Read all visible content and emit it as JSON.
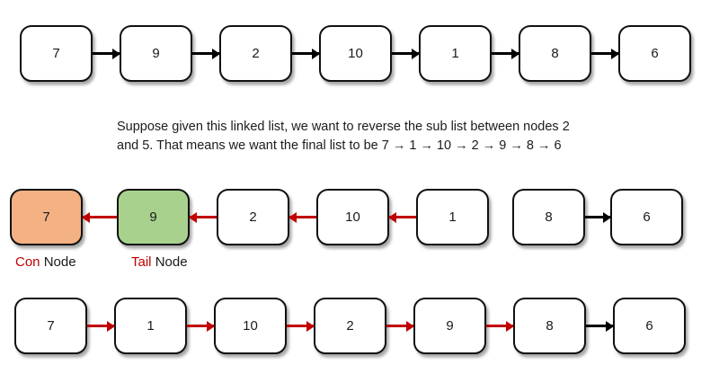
{
  "caption": {
    "line1": "Suppose given this linked list, we want to reverse the sub list between nodes 2",
    "line2": "and 5.  That means we want the final list to be 7 → 1 → 10 → 2 → 9 → 8 → 6"
  },
  "colors": {
    "arrow_black": "#000000",
    "arrow_red": "#C00000",
    "con_node_fill": "#F4B183",
    "tail_node_fill": "#A9D18E",
    "label_highlight_red": "#C00000",
    "node_border": "#111111",
    "node_fill": "#ffffff"
  },
  "original_list": {
    "nodes": [
      "7",
      "9",
      "2",
      "10",
      "1",
      "8",
      "6"
    ],
    "links": [
      "black-right",
      "black-right",
      "black-right",
      "black-right",
      "black-right",
      "black-right"
    ]
  },
  "reversal_step": {
    "nodes": [
      "7",
      "9",
      "2",
      "10",
      "1",
      "8",
      "6"
    ],
    "links": [
      "red-left",
      "red-left",
      "red-left",
      "red-left",
      "none",
      "black-right"
    ],
    "con_label": {
      "highlight": "Con",
      "rest": "Node"
    },
    "tail_label": {
      "highlight": "Tail",
      "rest": "Node"
    }
  },
  "final_list": {
    "nodes": [
      "7",
      "1",
      "10",
      "2",
      "9",
      "8",
      "6"
    ],
    "links": [
      "red-right",
      "red-right",
      "red-right",
      "red-right",
      "red-right",
      "black-right"
    ]
  }
}
